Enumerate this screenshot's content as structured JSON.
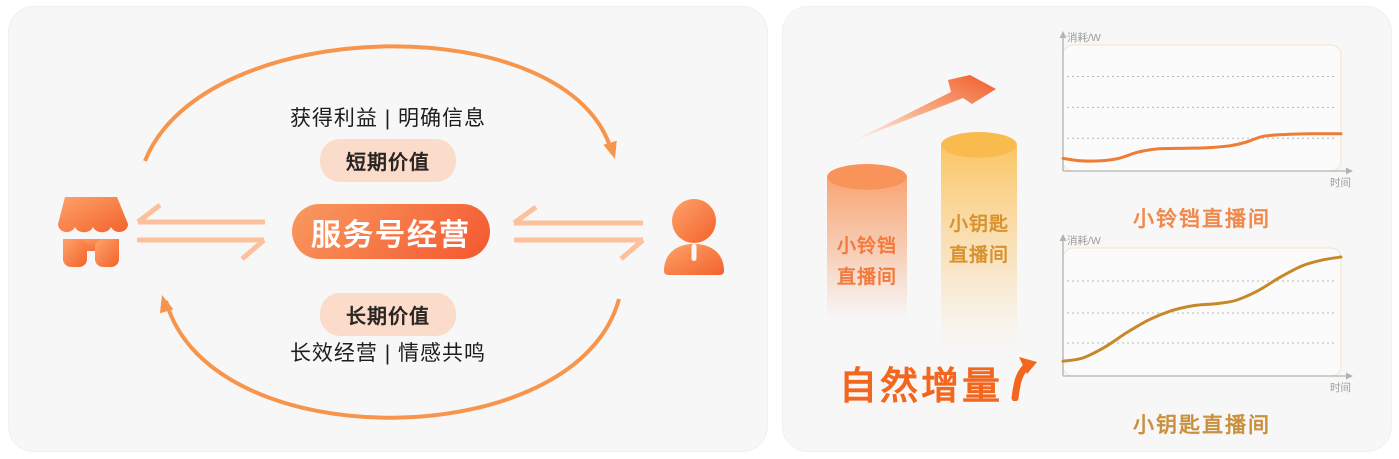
{
  "left_panel": {
    "top_caption": "获得利益 | 明确信息",
    "short_term_badge": "短期价值",
    "center_pill": "服务号经营",
    "long_term_badge": "长期价值",
    "bottom_caption": "长效经营 | 情感共鸣"
  },
  "right_panel": {
    "cylinders": [
      {
        "line1": "小铃铛",
        "line2": "直播间",
        "label_color": "#f4793c"
      },
      {
        "line1": "小钥匙",
        "line2": "直播间",
        "label_color": "#d8922f"
      }
    ],
    "headline": "自然增量"
  },
  "chart_data": [
    {
      "type": "line",
      "title": "小铃铛直播间",
      "ylabel": "消耗/W",
      "xlabel": "时间",
      "axis_note": "axes unlabeled numerically; y values normalized 0-1 of plot height",
      "ylim": [
        0,
        1
      ],
      "gridlines_y": [
        0.26,
        0.505,
        0.75
      ],
      "points_x": [
        0,
        0.06,
        0.13,
        0.2,
        0.27,
        0.34,
        0.44,
        0.52,
        0.6,
        0.66,
        0.72,
        0.8,
        0.9,
        1
      ],
      "points_y": [
        0.1,
        0.082,
        0.08,
        0.1,
        0.15,
        0.175,
        0.18,
        0.185,
        0.2,
        0.23,
        0.275,
        0.29,
        0.295,
        0.295
      ],
      "line_color": "#ee7c34",
      "title_color": "#f08a4c"
    },
    {
      "type": "line",
      "title": "小钥匙直播间",
      "ylabel": "消耗/W",
      "xlabel": "时间",
      "axis_note": "axes unlabeled numerically; y values normalized 0-1 of plot height",
      "ylim": [
        0,
        1
      ],
      "gridlines_y": [
        0.258,
        0.492,
        0.742
      ],
      "points_x": [
        0,
        0.07,
        0.15,
        0.23,
        0.31,
        0.39,
        0.47,
        0.55,
        0.62,
        0.7,
        0.78,
        0.86,
        0.93,
        1
      ],
      "points_y": [
        0.115,
        0.14,
        0.225,
        0.34,
        0.44,
        0.51,
        0.55,
        0.565,
        0.59,
        0.665,
        0.77,
        0.86,
        0.905,
        0.93
      ],
      "line_color": "#c8882a",
      "title_color": "#c9913f"
    }
  ],
  "colors": {
    "card_bg": "#f7f7f8",
    "accent_orange": "#f6954b",
    "exchange_arrow": "#fcc19c",
    "badge_bg": "#fbdcca",
    "badge_text": "#2a2422",
    "caption_text": "#1d1d1d",
    "headline": "#f2661e",
    "pill_gradient": [
      "#f99a61",
      "#f4572e"
    ],
    "icon_gradient": [
      "#ffa26b",
      "#f2632b"
    ],
    "swoosh_gradient": [
      "#fbcdb4",
      "#f79a67",
      "#f15a29"
    ],
    "cylinder_orange_top": "#f8935a",
    "cylinder_orange_body": [
      "#f89a63",
      "#f7a97c",
      "#f7b992"
    ],
    "cylinder_gold_top": "#fabb4e",
    "cylinder_gold_body": [
      "#fbc35c",
      "#fbd089",
      "#fde3b7"
    ]
  }
}
